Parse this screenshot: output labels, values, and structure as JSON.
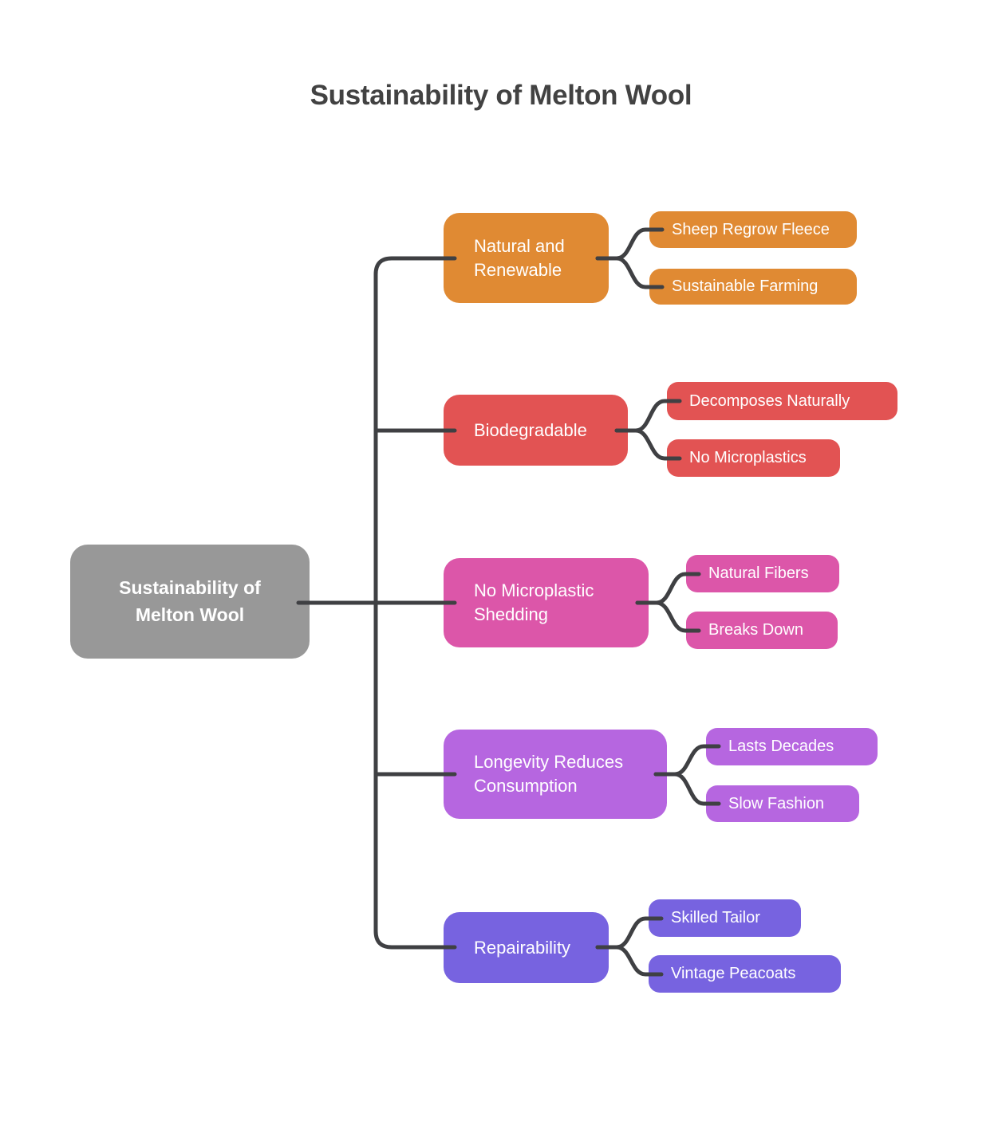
{
  "title": "Sustainability of Melton Wool",
  "root": {
    "label": "Sustainability of Melton Wool",
    "color": "#989898"
  },
  "branches": [
    {
      "label": "Natural and Renewable",
      "color": "#E08A33",
      "children": [
        "Sheep Regrow Fleece",
        "Sustainable Farming"
      ]
    },
    {
      "label": "Biodegradable",
      "color": "#E25353",
      "children": [
        "Decomposes Naturally",
        "No Microplastics"
      ]
    },
    {
      "label": "No Microplastic Shedding",
      "color": "#DC56A9",
      "children": [
        "Natural Fibers",
        "Breaks Down"
      ]
    },
    {
      "label": "Longevity Reduces Consumption",
      "color": "#B666E0",
      "children": [
        "Lasts Decades",
        "Slow Fashion"
      ]
    },
    {
      "label": "Repairability",
      "color": "#7763E0",
      "children": [
        "Skilled Tailor",
        "Vintage Peacoats"
      ]
    }
  ],
  "palette": {
    "connector": "#3F4043",
    "title_color": "#424242",
    "background": "#FFFFFF"
  }
}
